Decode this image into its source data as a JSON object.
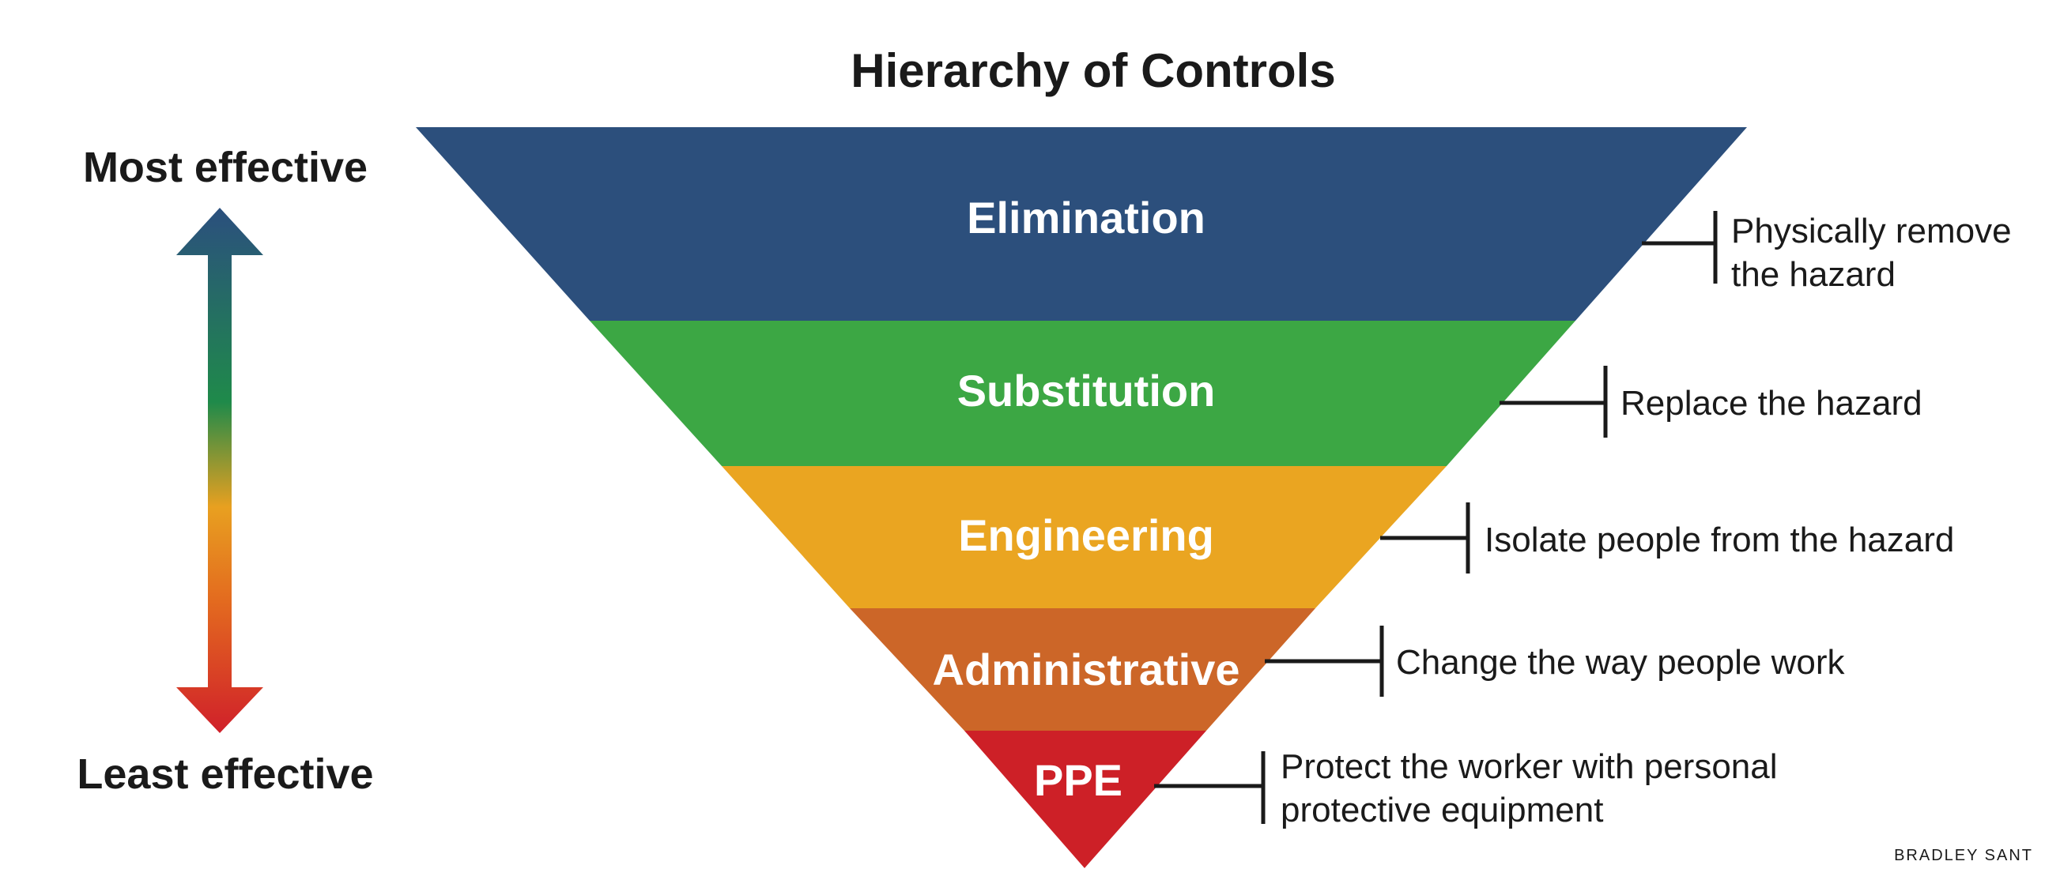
{
  "title": "Hierarchy of Controls",
  "effectiveness": {
    "most": "Most effective",
    "least": "Least effective",
    "colors": [
      "#2b4f7e",
      "#1f8a4a",
      "#e8a020",
      "#e36a1f",
      "#d0202a"
    ]
  },
  "levels": [
    {
      "name": "Elimination",
      "color": "#2c4f7c",
      "description": [
        "Physically remove",
        "the hazard"
      ]
    },
    {
      "name": "Substitution",
      "color": "#3ca744",
      "description": [
        "Replace the hazard"
      ]
    },
    {
      "name": "Engineering",
      "color": "#eaa521",
      "description": [
        "Isolate people from the hazard"
      ]
    },
    {
      "name": "Administrative",
      "color": "#cc6628",
      "description": [
        "Change the way people work"
      ]
    },
    {
      "name": "PPE",
      "color": "#cd2027",
      "description": [
        "Protect the worker with personal",
        "protective equipment"
      ]
    }
  ],
  "credit": "BRADLEY SANT"
}
